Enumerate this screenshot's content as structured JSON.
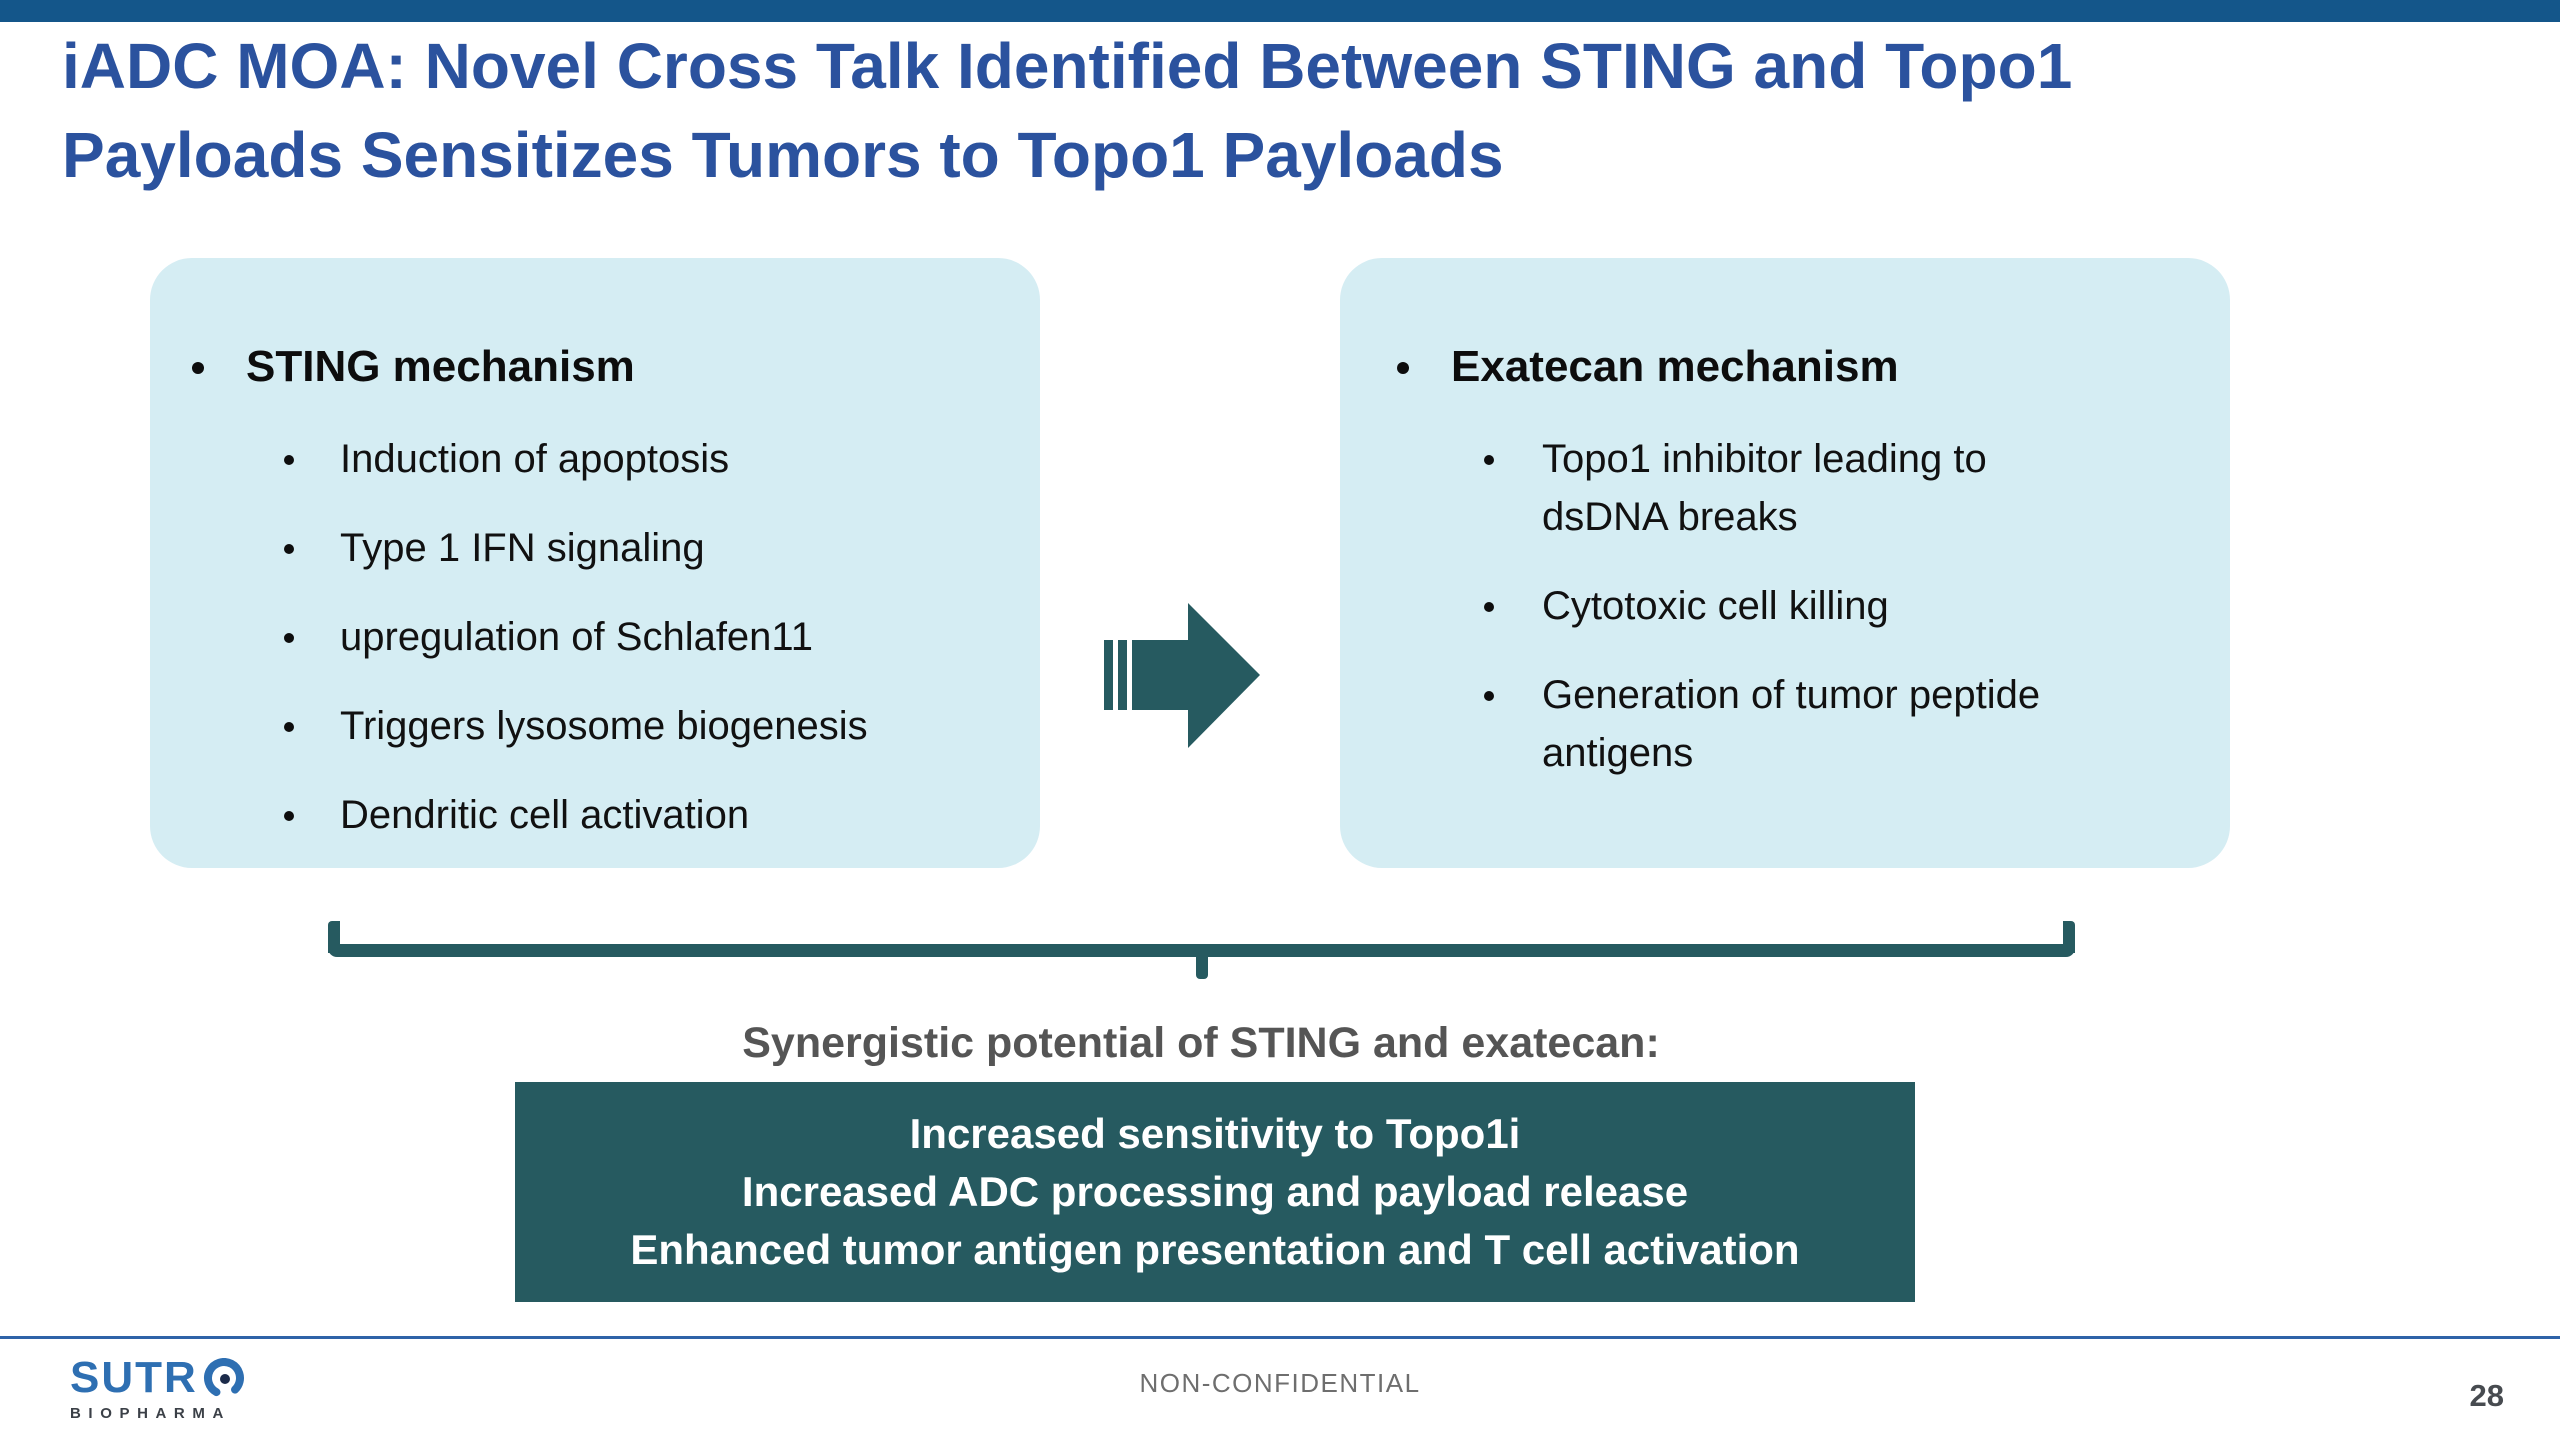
{
  "header": {
    "title_line1": "iADC MOA: Novel Cross Talk Identified Between STING and Topo1",
    "title_line2": "Payloads Sensitizes Tumors to Topo1 Payloads"
  },
  "left_panel": {
    "heading": "STING mechanism",
    "bullets": [
      "Induction of apoptosis",
      "Type 1 IFN signaling",
      "upregulation of Schlafen11",
      "Triggers lysosome biogenesis",
      "Dendritic cell activation"
    ]
  },
  "right_panel": {
    "heading": "Exatecan mechanism",
    "bullets": [
      "Topo1 inhibitor leading to dsDNA breaks",
      "Cytotoxic cell killing",
      "Generation of tumor peptide antigens"
    ]
  },
  "synergy": {
    "caption": "Synergistic potential of STING and exatecan:",
    "lines": [
      "Increased sensitivity to Topo1i",
      "Increased ADC processing and payload release",
      "Enhanced tumor antigen presentation and T cell activation"
    ]
  },
  "footer": {
    "logo_prefix": "SUTR",
    "logo_sub": "BIOPHARMA",
    "confidentiality": "NON-CONFIDENTIAL",
    "page_number": "28"
  },
  "icons": {
    "arrow": "striped-right-arrow",
    "bracket": "horizontal-brace",
    "logo_o": "orbit-o"
  },
  "colors": {
    "top_bar": "#14568A",
    "title_blue": "#2B529E",
    "panel_bg": "#D5EDF3",
    "teal": "#265A60",
    "caption_gray": "#555555",
    "logo_blue": "#2E6FB2",
    "footer_gray": "#6E6E6E"
  }
}
